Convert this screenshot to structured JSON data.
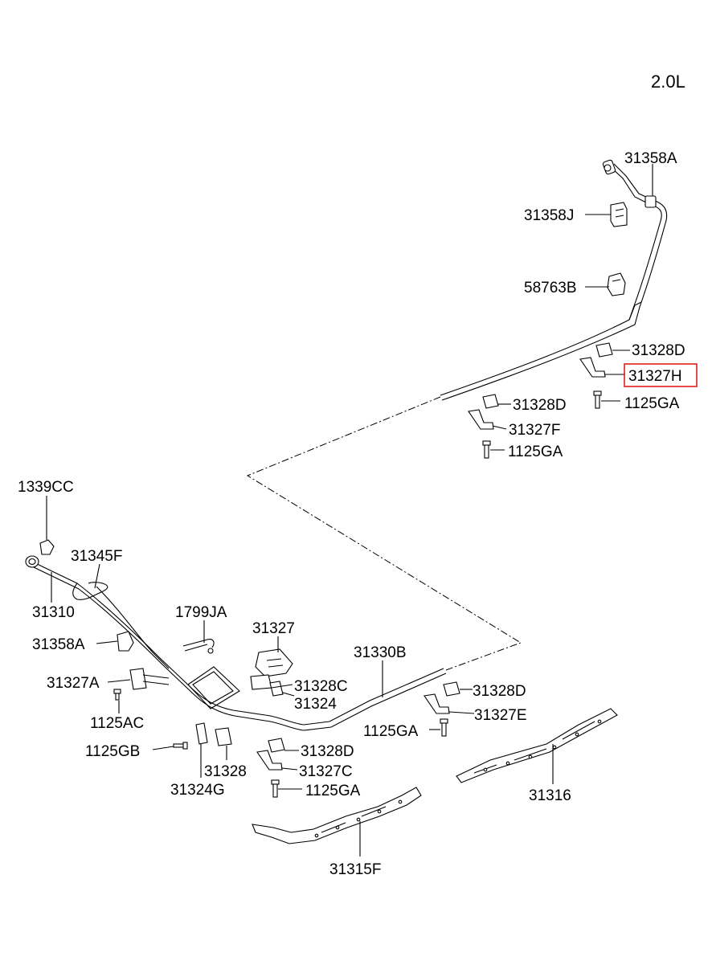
{
  "variant": "2.0L",
  "highlight_color": "#e0201b",
  "highlighted_part": "31327H",
  "parts": {
    "p31358A_top": "31358A",
    "p31358J": "31358J",
    "p58763B": "58763B",
    "p31328D_1": "31328D",
    "p31327H": "31327H",
    "p31328D_2": "31328D",
    "p1125GA_1": "1125GA",
    "p31327F": "31327F",
    "p1125GA_2": "1125GA",
    "p1339CC": "1339CC",
    "p31345F": "31345F",
    "p31310": "31310",
    "p1799JA": "1799JA",
    "p31327": "31327",
    "p31358A": "31358A",
    "p31330B": "31330B",
    "p31327A": "31327A",
    "p31328C": "31328C",
    "p31324": "31324",
    "p31328D_3": "31328D",
    "p31327E": "31327E",
    "p1125AC": "1125AC",
    "p1125GA_3": "1125GA",
    "p1125GB": "1125GB",
    "p31328": "31328",
    "p31328D_4": "31328D",
    "p31327C": "31327C",
    "p31324G": "31324G",
    "p1125GA_4": "1125GA",
    "p31316": "31316",
    "p31315F": "31315F"
  }
}
